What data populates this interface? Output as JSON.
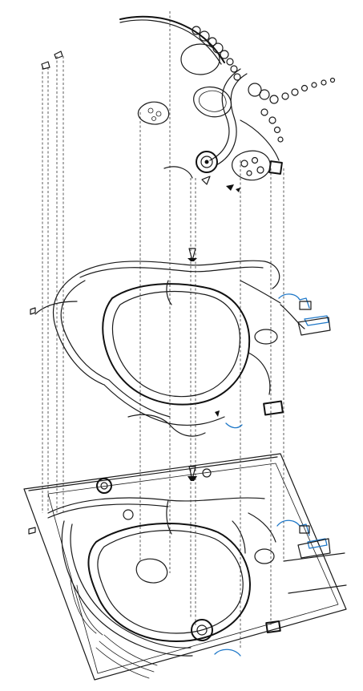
{
  "colors": {
    "ink": "#1a1a1a",
    "accent": "#1f78c8",
    "background": "#ffffff"
  },
  "icons": {
    "layer_top": "planting-layer-drawing",
    "layer_middle": "path-network-layer-drawing",
    "layer_bottom": "site-base-plan-drawing",
    "connectors": "vertical-dashed-projection-lines"
  }
}
